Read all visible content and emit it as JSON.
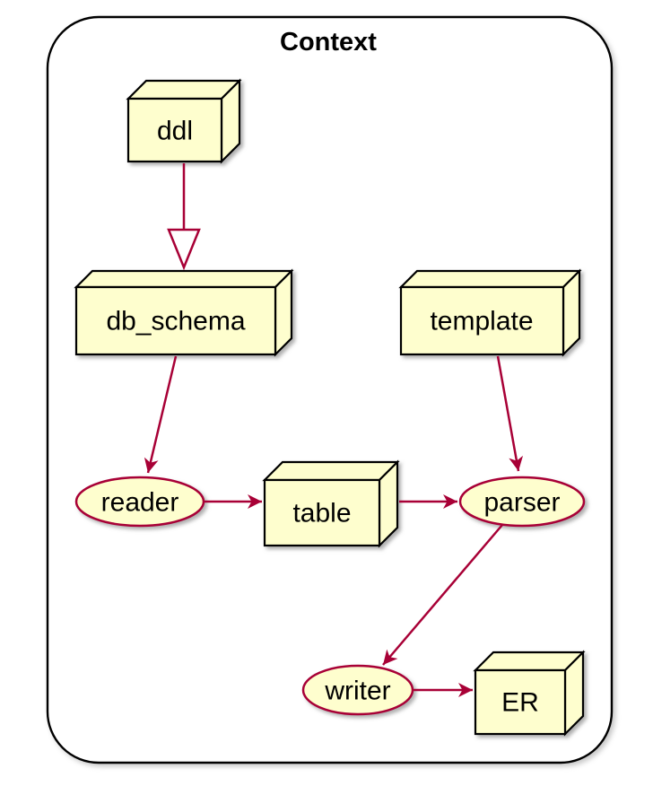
{
  "boundary": {
    "label": "Context"
  },
  "nodes": {
    "ddl": {
      "label": "ddl",
      "shape": "3d-box"
    },
    "db_schema": {
      "label": "db_schema",
      "shape": "3d-box"
    },
    "template": {
      "label": "template",
      "shape": "3d-box"
    },
    "table": {
      "label": "table",
      "shape": "3d-box"
    },
    "er": {
      "label": "ER",
      "shape": "3d-box"
    }
  },
  "usecases": {
    "reader": {
      "label": "reader",
      "shape": "ellipse"
    },
    "parser": {
      "label": "parser",
      "shape": "ellipse"
    },
    "writer": {
      "label": "writer",
      "shape": "ellipse"
    }
  },
  "edges": [
    {
      "from": "ddl",
      "to": "db_schema",
      "arrowhead": "open-triangle"
    },
    {
      "from": "db_schema",
      "to": "reader",
      "arrowhead": "filled-vee"
    },
    {
      "from": "reader",
      "to": "table",
      "arrowhead": "filled-vee"
    },
    {
      "from": "table",
      "to": "parser",
      "arrowhead": "filled-vee"
    },
    {
      "from": "template",
      "to": "parser",
      "arrowhead": "filled-vee"
    },
    {
      "from": "parser",
      "to": "writer",
      "arrowhead": "filled-vee"
    },
    {
      "from": "writer",
      "to": "er",
      "arrowhead": "filled-vee"
    }
  ],
  "colors": {
    "shape_fill": "#FEFECE",
    "edge": "#A80036",
    "node_border": "#000000",
    "usecase_border": "#A80036",
    "boundary_border": "#000000",
    "background": "#FFFFFF"
  }
}
